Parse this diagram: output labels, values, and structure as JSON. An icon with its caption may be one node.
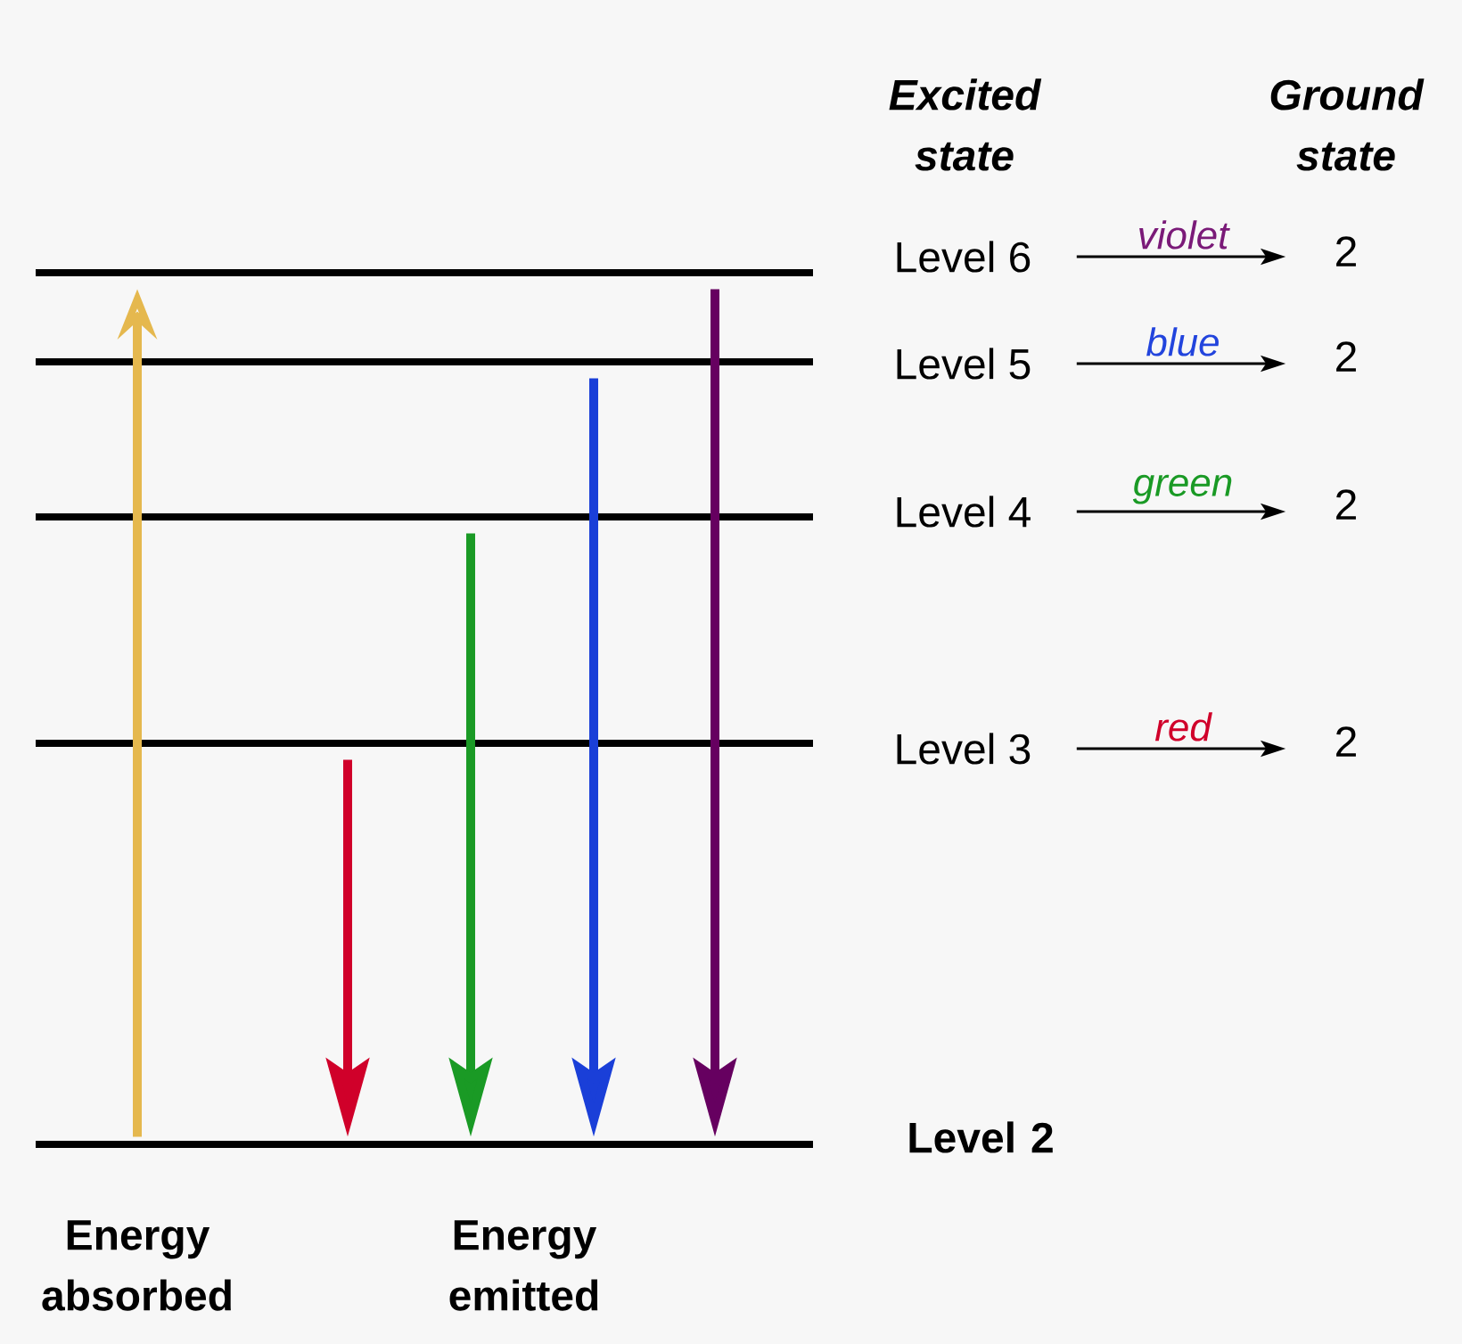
{
  "diagram": {
    "nodes": [
      {
        "text": [],
        "shape": "bar"
      },
      {
        "text": [],
        "shape": "bar"
      },
      {
        "text": [],
        "shape": "bar"
      },
      {
        "text": [],
        "shape": "bar"
      },
      {
        "text": [],
        "shape": "bar"
      },
      {
        "text": [
          "Level 6"
        ]
      },
      {
        "text": [
          "2"
        ]
      },
      {
        "text": [
          "Level 5"
        ]
      },
      {
        "text": [
          "2"
        ]
      },
      {
        "text": [
          "Level 4"
        ]
      },
      {
        "text": [
          "2"
        ]
      },
      {
        "text": [
          "Level 3"
        ]
      },
      {
        "text": [
          "2"
        ]
      }
    ],
    "edges": [
      {
        "from": 4,
        "to": 0,
        "arrow": "to",
        "color": "#e5b84e"
      },
      {
        "from": 3,
        "to": 4,
        "arrow": "to",
        "color": "#d0002a"
      },
      {
        "from": 2,
        "to": 4,
        "arrow": "to",
        "color": "#1a9a25"
      },
      {
        "from": 1,
        "to": 4,
        "arrow": "to",
        "color": "#1a3fd8"
      },
      {
        "from": 0,
        "to": 4,
        "arrow": "to",
        "color": "#660060"
      },
      {
        "from": 5,
        "to": 6,
        "arrow": "to",
        "label": "violet"
      },
      {
        "from": 7,
        "to": 8,
        "arrow": "to",
        "label": "blue"
      },
      {
        "from": 9,
        "to": 10,
        "arrow": "to",
        "label": "green"
      },
      {
        "from": 11,
        "to": 12,
        "arrow": "to",
        "label": "red"
      }
    ],
    "labels": [
      "Excited state",
      "Ground state",
      "Level 2",
      "Energy absorbed",
      "Energy emitted"
    ]
  }
}
